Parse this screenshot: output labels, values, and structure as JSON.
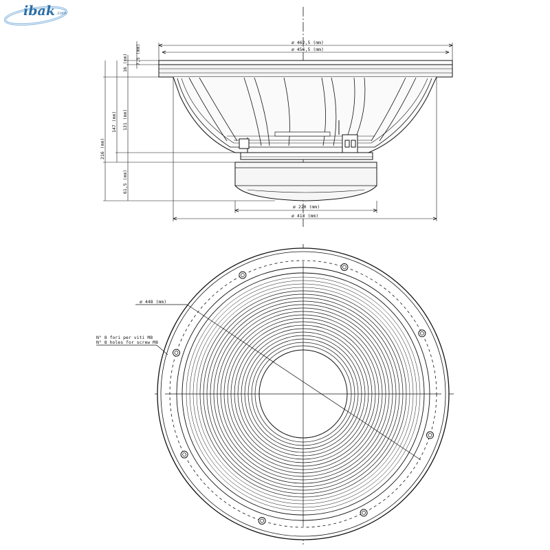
{
  "logo": {
    "text": "ibak",
    "tld": ".com"
  },
  "side_view": {
    "dim_outer_flange": "ø 462,5 (mm)",
    "dim_inner_flange": "ø 456,5 (mm)",
    "dim_flange_thickness": "7,5 (mm)",
    "dim_flange_step": "16 (mm)",
    "dim_total_depth": "216 (mm)",
    "dim_basket_depth": "147 (mm)",
    "dim_basket_inner": "131 (mm)",
    "dim_magnet_height": "61,5 (mm)",
    "dim_magnet_diameter": "ø 220 (mm)",
    "dim_cutout_diameter": "ø 413 (mm)"
  },
  "front_view": {
    "dim_bolt_circle": "ø 448 (mm)",
    "holes_note_it": "N° 8 fori per viti M8",
    "holes_note_en": "N° 8 holes for screw M8"
  },
  "colors": {
    "line": "#111111",
    "logo": "#2c6fa6",
    "fill_light": "#f2f2f2",
    "fill_mid": "#dcdcdc"
  }
}
